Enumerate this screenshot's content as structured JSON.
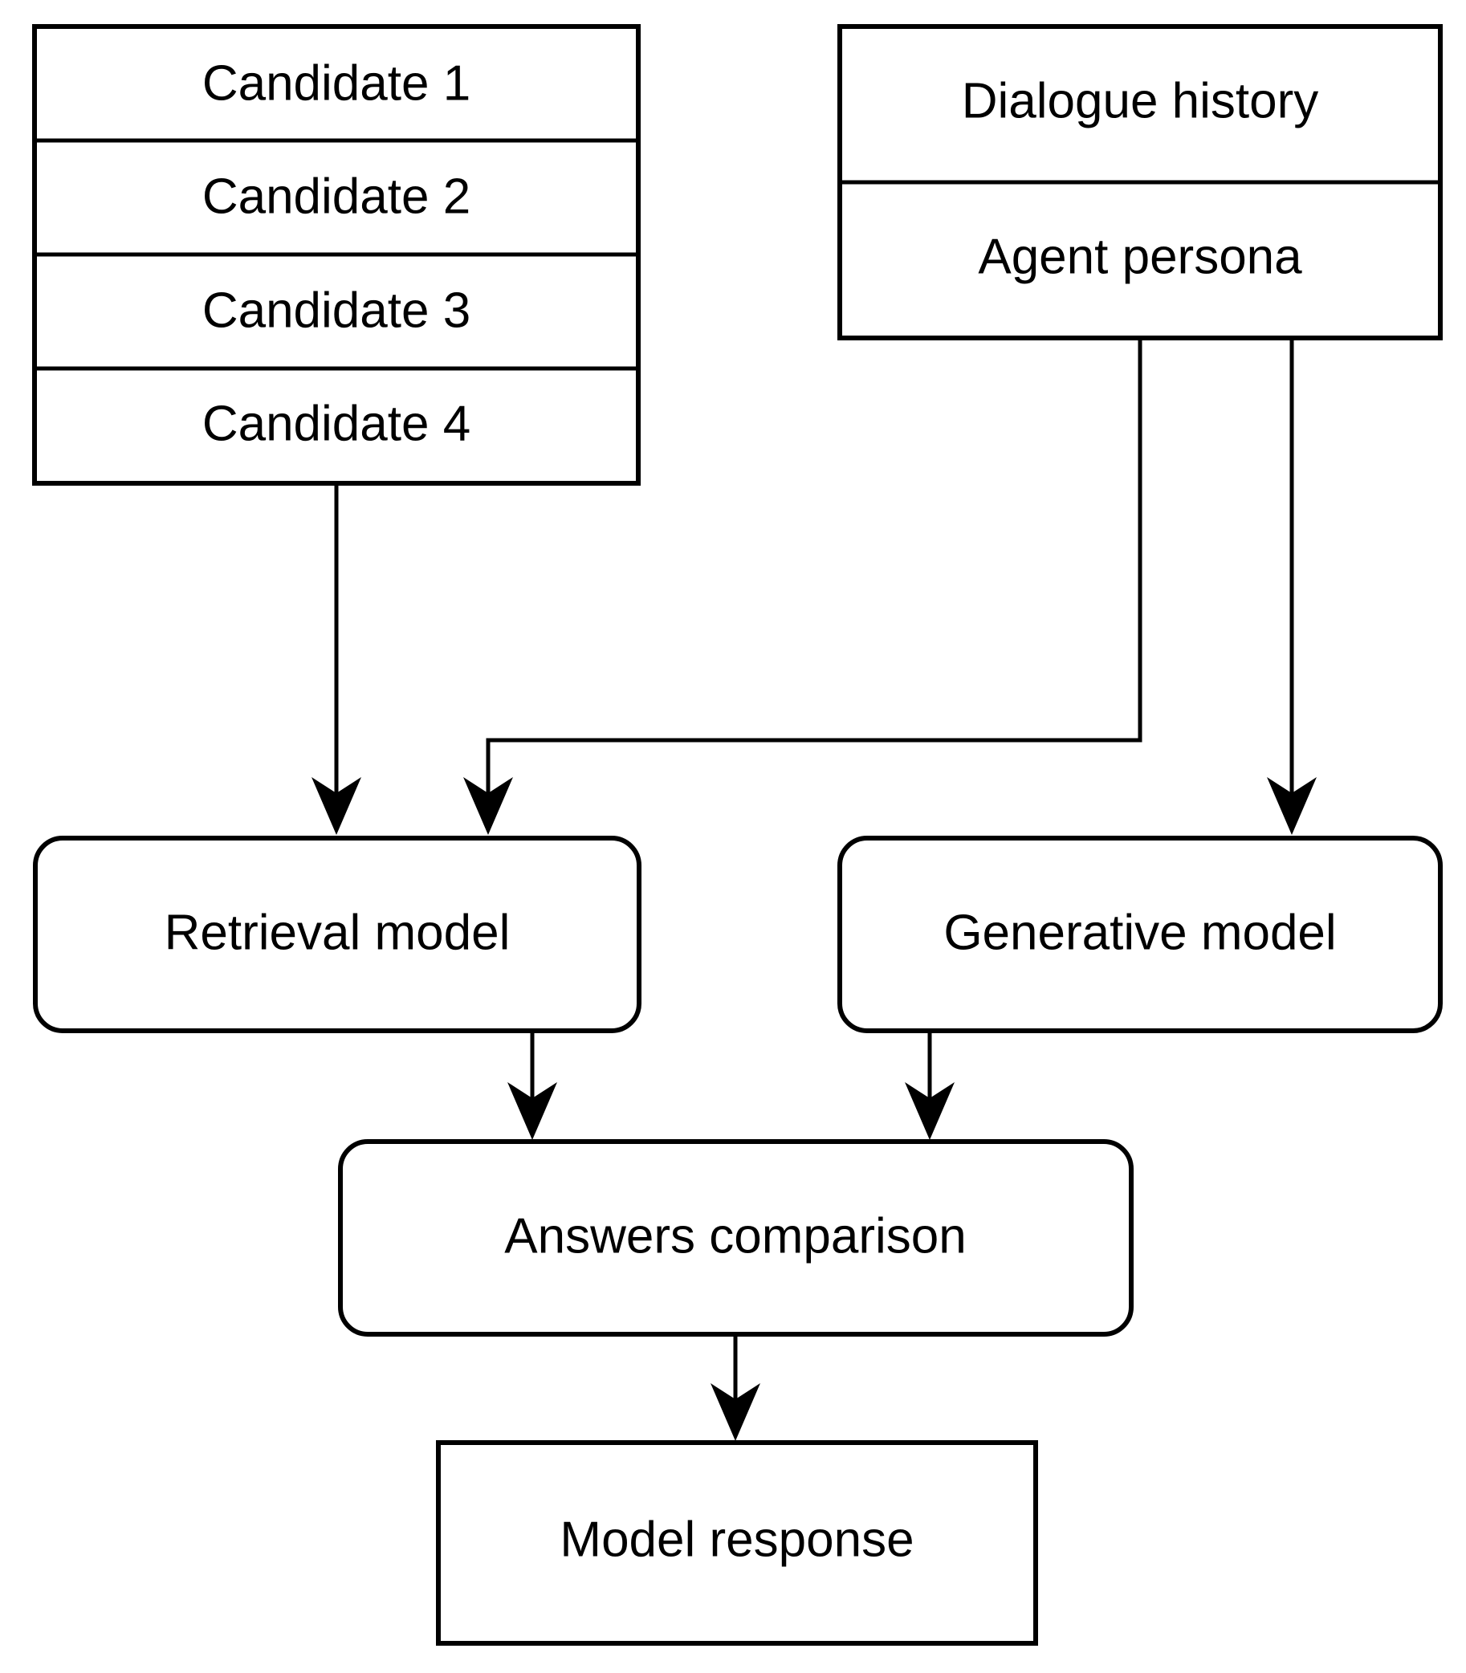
{
  "diagram": {
    "type": "flowchart",
    "background_color": "#ffffff",
    "stroke_color": "#000000",
    "text_color": "#000000",
    "nodes": [
      {
        "id": "candidates",
        "shape": "rect-stacked",
        "rows": [
          {
            "id": "candidate-1",
            "label": "Candidate 1"
          },
          {
            "id": "candidate-2",
            "label": "Candidate 2"
          },
          {
            "id": "candidate-3",
            "label": "Candidate 3"
          },
          {
            "id": "candidate-4",
            "label": "Candidate 4"
          }
        ]
      },
      {
        "id": "context",
        "shape": "rect-stacked",
        "rows": [
          {
            "id": "dialogue-history",
            "label": "Dialogue history"
          },
          {
            "id": "agent-persona",
            "label": "Agent persona"
          }
        ]
      },
      {
        "id": "retrieval-model",
        "shape": "rounded-rect",
        "label": "Retrieval model"
      },
      {
        "id": "generative-model",
        "shape": "rounded-rect",
        "label": "Generative model"
      },
      {
        "id": "answers-comparison",
        "shape": "rounded-rect",
        "label": "Answers comparison"
      },
      {
        "id": "model-response",
        "shape": "rect",
        "label": "Model response"
      }
    ],
    "edges": [
      {
        "from": "candidates",
        "to": "retrieval-model",
        "style": "straight-down-arrow"
      },
      {
        "from": "agent-persona",
        "to": "retrieval-model",
        "style": "elbow-left-arrow"
      },
      {
        "from": "agent-persona",
        "to": "generative-model",
        "style": "straight-down-arrow"
      },
      {
        "from": "retrieval-model",
        "to": "answers-comparison",
        "style": "straight-down-arrow"
      },
      {
        "from": "generative-model",
        "to": "answers-comparison",
        "style": "straight-down-arrow"
      },
      {
        "from": "answers-comparison",
        "to": "model-response",
        "style": "straight-down-arrow"
      }
    ]
  }
}
